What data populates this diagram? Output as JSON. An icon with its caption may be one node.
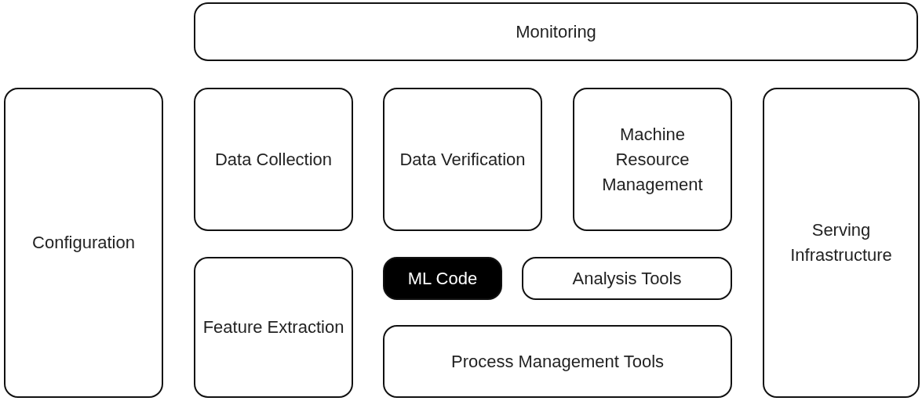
{
  "diagram": {
    "nodes": [
      {
        "text": [
          "Monitoring"
        ]
      },
      {
        "text": [
          "Configuration"
        ]
      },
      {
        "text": [
          "Data Collection"
        ]
      },
      {
        "text": [
          "Data Verification"
        ]
      },
      {
        "text": [
          "Machine Resource Management"
        ]
      },
      {
        "text": [
          "Serving Infrastructure"
        ]
      },
      {
        "text": [
          "ML Code"
        ]
      },
      {
        "text": [
          "Analysis Tools"
        ]
      },
      {
        "text": [
          "Feature Extraction"
        ]
      },
      {
        "text": [
          "Process Management Tools"
        ]
      }
    ]
  }
}
